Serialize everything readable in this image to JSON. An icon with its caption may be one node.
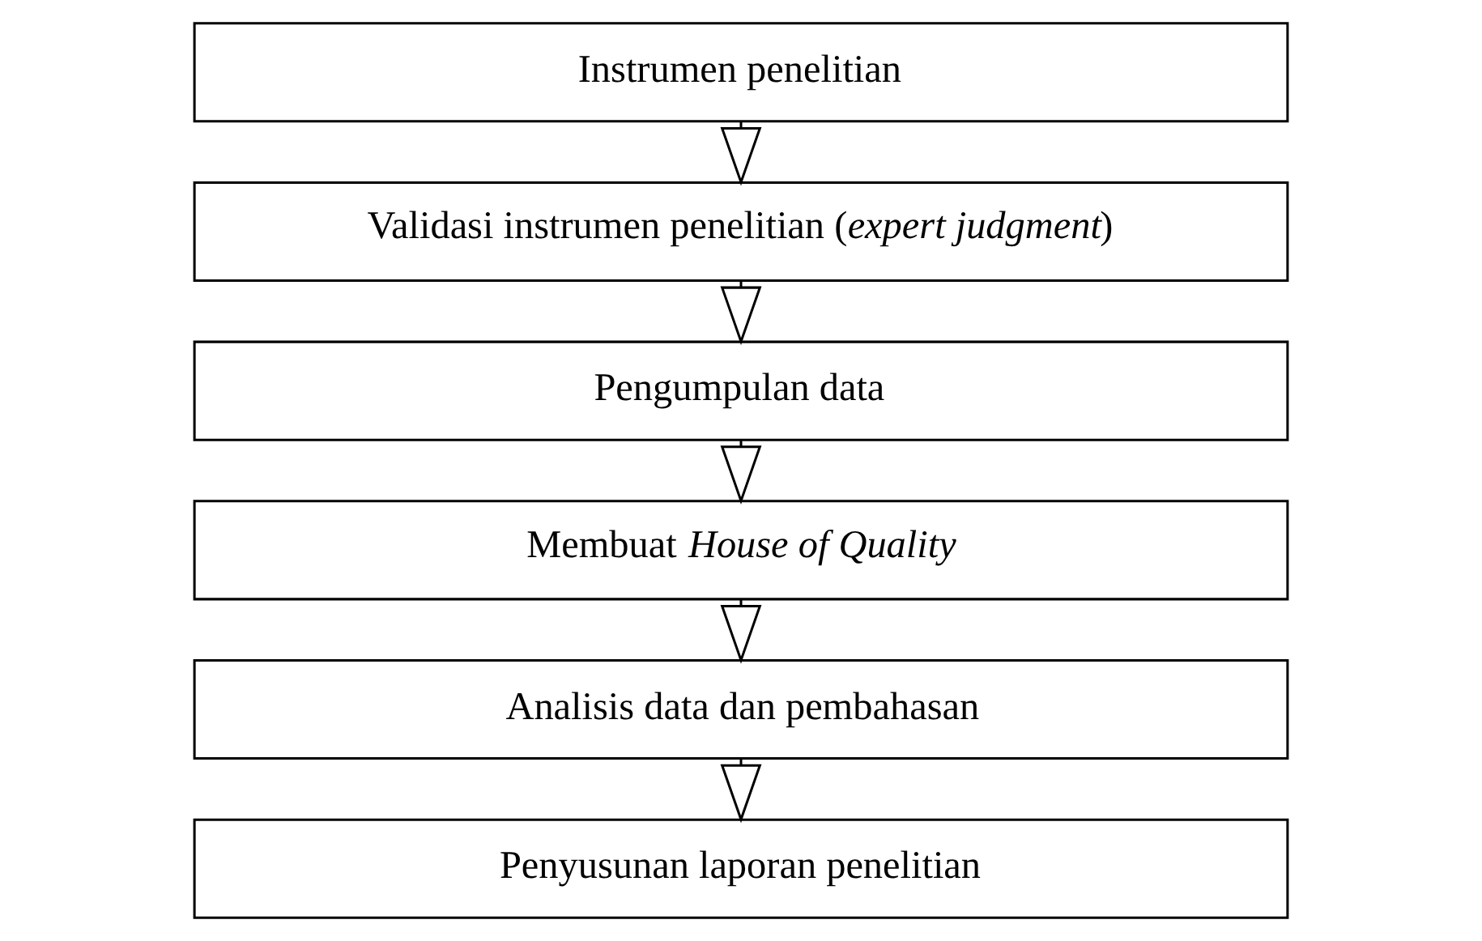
{
  "diagram": {
    "nodes": [
      {
        "text": [
          "Instrumen penelitian"
        ]
      },
      {
        "text": [
          "Validasi instrumen penelitian (*expert judgment*)"
        ]
      },
      {
        "text": [
          "Pengumpulan data"
        ]
      },
      {
        "text": [
          "Membuat *House of Quality*"
        ]
      },
      {
        "text": [
          "Analisis data dan pembahasan"
        ]
      },
      {
        "text": [
          "Penyusunan laporan penelitian"
        ]
      }
    ],
    "edges": [
      {
        "from": 0,
        "to": 1,
        "arrow": "to"
      },
      {
        "from": 1,
        "to": 2,
        "arrow": "to"
      },
      {
        "from": 2,
        "to": 3,
        "arrow": "to"
      },
      {
        "from": 3,
        "to": 4,
        "arrow": "to"
      },
      {
        "from": 4,
        "to": 5,
        "arrow": "to"
      }
    ]
  }
}
